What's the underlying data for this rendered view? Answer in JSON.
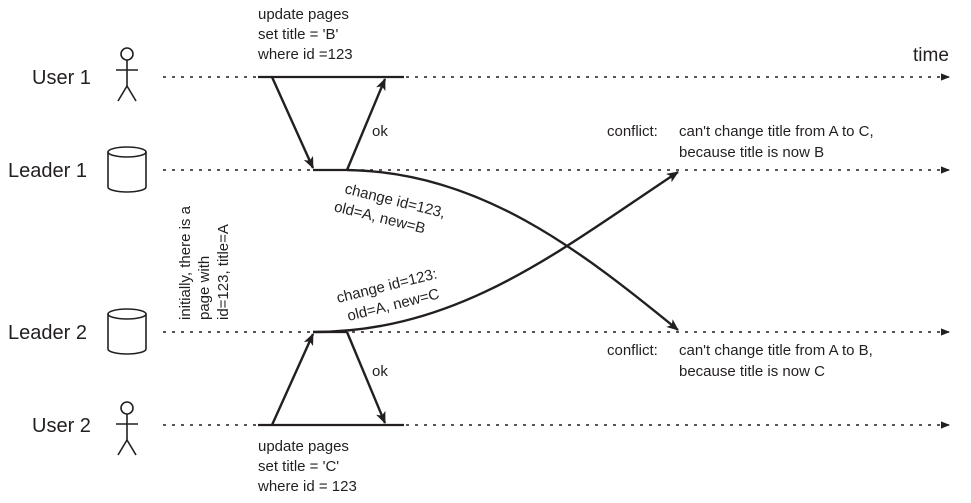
{
  "time_label": "time",
  "actors": {
    "user1": "User 1",
    "leader1": "Leader 1",
    "leader2": "Leader 2",
    "user2": "User 2"
  },
  "initial_note": {
    "line1": "initially, there is a",
    "line2": "page with",
    "line3": "id=123, title=A"
  },
  "user1_update": {
    "line1": "update pages",
    "line2": "set title = 'B'",
    "line3": "where id =123"
  },
  "user2_update": {
    "line1": "update pages",
    "line2": "set title = 'C'",
    "line3": "where id = 123"
  },
  "ok_label": "ok",
  "change_b": {
    "line1": "change id=123,",
    "line2": "old=A, new=B"
  },
  "change_c": {
    "line1": "change id=123:",
    "line2": "old=A, new=C"
  },
  "conflict1": {
    "prefix": "conflict:",
    "line1": "can't change title from A to C,",
    "line2": "because title is now B"
  },
  "conflict2": {
    "prefix": "conflict:",
    "line1": "can't change title from A to B,",
    "line2": "because title is now C"
  }
}
